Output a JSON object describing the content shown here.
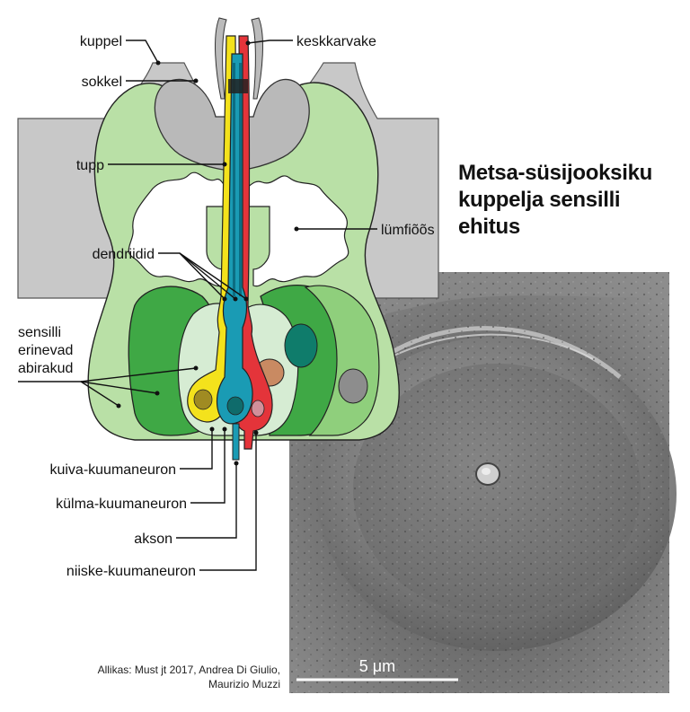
{
  "title": [
    "Metsa-süsijooksiku",
    "kuppelja sensilli",
    "ehitus"
  ],
  "labels": {
    "kuppel": "kuppel",
    "keskkarvake": "keskkarvake",
    "sokkel": "sokkel",
    "tupp": "tupp",
    "lumfioos": "lümfiõõs",
    "dendriidid": "dendriidid",
    "abirakud": [
      "sensilli",
      "erinevad",
      "abirakud"
    ],
    "kuiva": "kuiva-kuumaneuron",
    "kulma": "külma-kuumaneuron",
    "akson": "akson",
    "niiske": "niiske-kuumaneuron"
  },
  "scale_bar": "5 μm",
  "credit": [
    "Allikas: Must jt 2017, Andrea Di Giulio,",
    "Maurizio Muzzi"
  ],
  "colors": {
    "cuticle": "#c8c8c8",
    "cuticle_dark": "#a9a9a9",
    "outer_cell": "#b9e0a6",
    "mid_cell": "#6fc266",
    "inner_cell": "#d6ecd3",
    "dark_green": "#1e9b3a",
    "yellow": "#f4e21c",
    "blue": "#1a9bb4",
    "red": "#e4343a",
    "nucleus_teal": "#0f7c6b",
    "nucleus_brown": "#c98a62",
    "nucleus_gray": "#8d8d8d",
    "sem": "#7a7a7a"
  }
}
